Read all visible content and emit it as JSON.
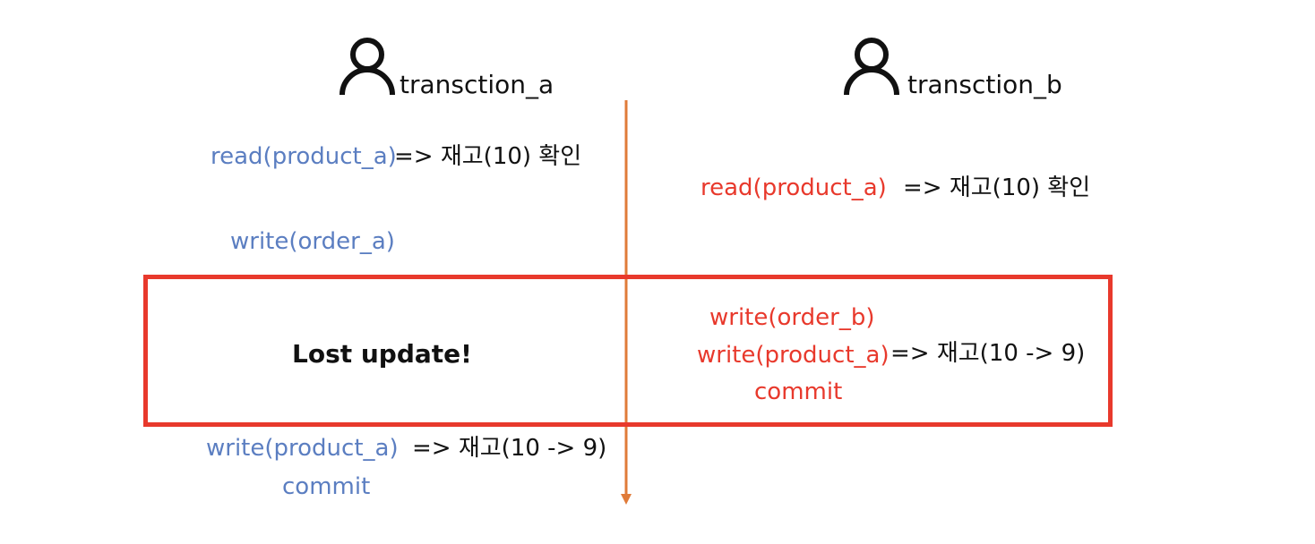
{
  "actors": {
    "a": {
      "label": "transction_a",
      "icon": "person-icon"
    },
    "b": {
      "label": "transction_b",
      "icon": "person-icon"
    }
  },
  "transaction_a_steps": {
    "read": {
      "op": "read(product_a)",
      "note": "=> 재고(10) 확인"
    },
    "write_order": {
      "op": "write(order_a)"
    },
    "write_product": {
      "op": "write(product_a)",
      "note": "=> 재고(10 -> 9)"
    },
    "commit": {
      "op": "commit"
    }
  },
  "transaction_b_steps": {
    "read": {
      "op": "read(product_a)",
      "note": "=> 재고(10) 확인"
    },
    "write_order": {
      "op": "write(order_b)"
    },
    "write_product": {
      "op": "write(product_a)",
      "note": "=> 재고(10 -> 9)"
    },
    "commit": {
      "op": "commit"
    }
  },
  "highlight": {
    "label": "Lost update!",
    "border_color": "#e8392c"
  },
  "colors": {
    "transaction_a": "#5b7ec1",
    "transaction_b": "#e8392c",
    "timeline": "#e07b39",
    "text": "#111111"
  }
}
